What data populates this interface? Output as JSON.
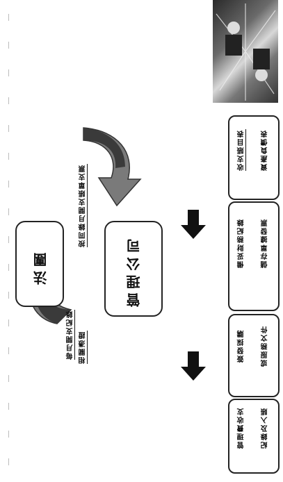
{
  "diagram": {
    "nodes": {
      "legal_body": "法團",
      "management_company": "管理公司"
    },
    "arrow_labels": {
      "top_line1": "每月開支紀錄",
      "top_line2": "相關憑證",
      "bottom": "按同錄月開支賬單支票"
    },
    "tasks": [
      {
        "line1": "管理費收支",
        "line2": "紀錄及入賬"
      },
      {
        "line1": "簽發採購",
        "line2": "或服務文件"
      },
      {
        "line1": "備妥財務紀錄",
        "line2": "儲存單據發票"
      },
      {
        "line1": "收支賬目表",
        "line2": "資產負債表"
      }
    ]
  },
  "colors": {
    "arrow_fill": "#7a7a7a",
    "arrow_shade": "#3a3a3a",
    "box_border": "#222222"
  },
  "icons": {
    "photo": "business-meeting-photo"
  }
}
